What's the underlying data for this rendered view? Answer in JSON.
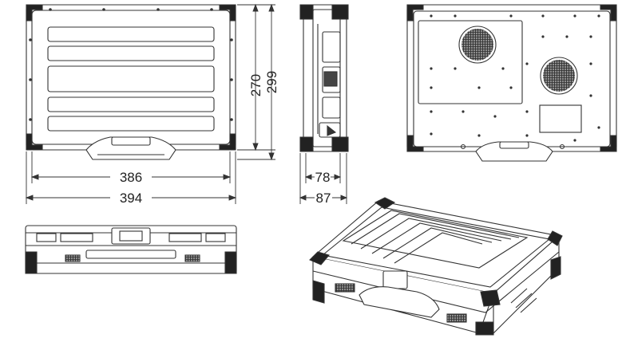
{
  "views": {
    "top": {
      "name": "top-view"
    },
    "side": {
      "name": "side-view"
    },
    "bottom": {
      "name": "bottom-view"
    },
    "front": {
      "name": "front-view"
    },
    "isometric": {
      "name": "isometric-view"
    }
  },
  "dimensions": {
    "inner_height": "270",
    "outer_height": "299",
    "inner_width": "386",
    "outer_width": "394",
    "inner_depth": "78",
    "outer_depth": "87"
  },
  "colors": {
    "line": "#333333",
    "fill": "#ffffff",
    "dark": "#1a1a1a"
  }
}
